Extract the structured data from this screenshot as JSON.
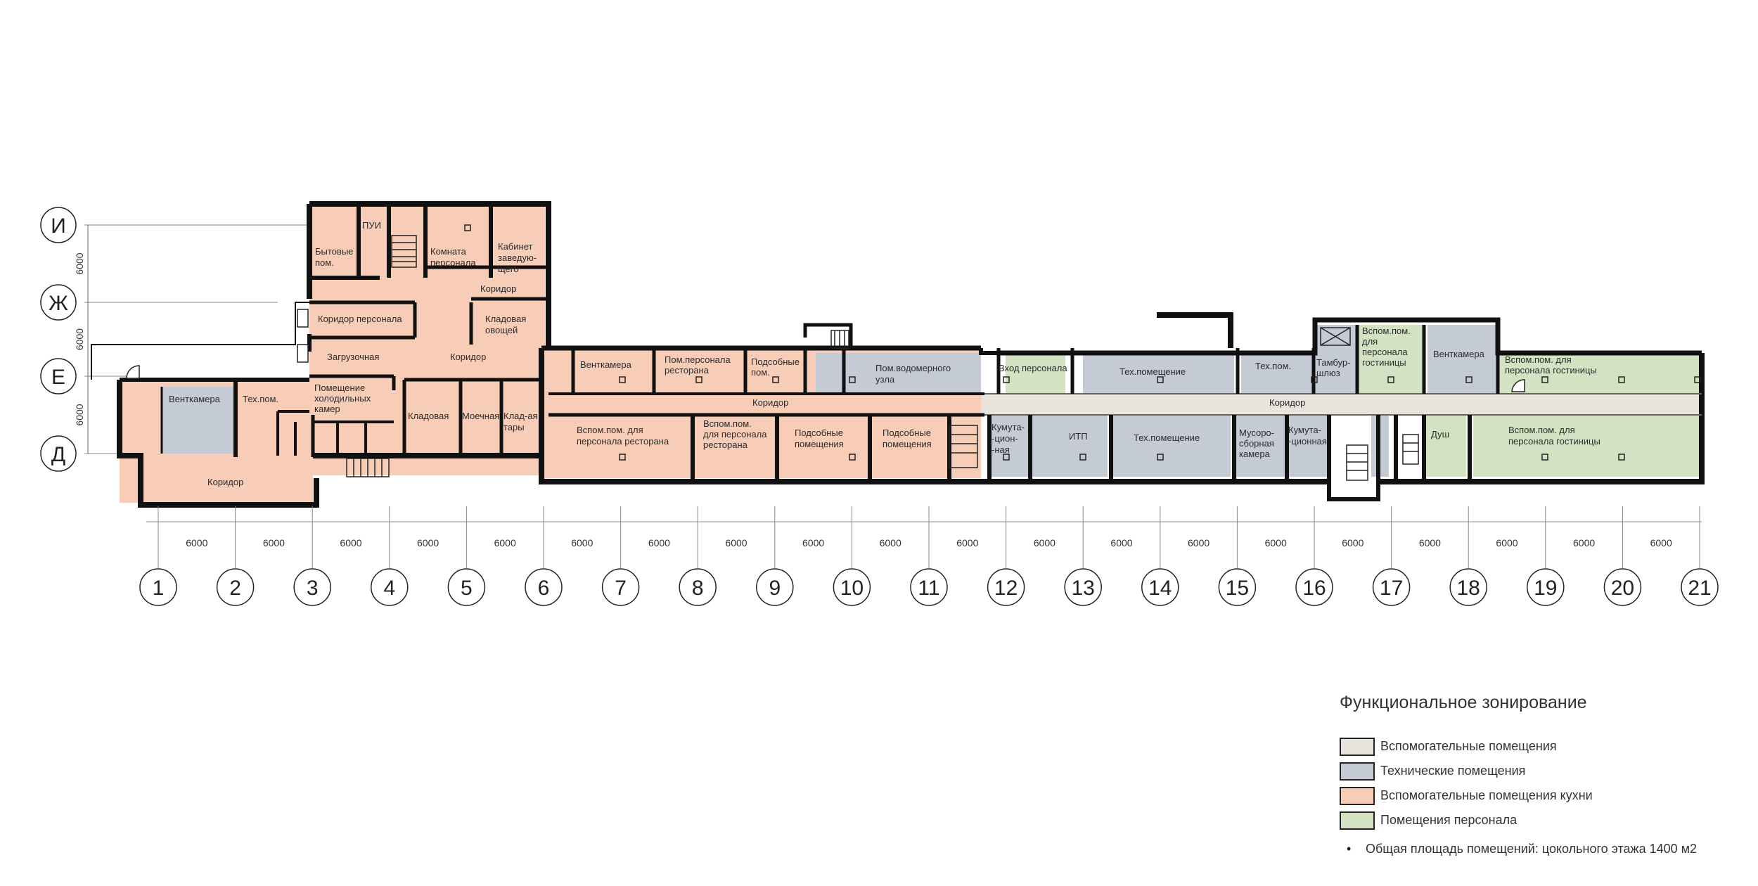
{
  "colors": {
    "kitchen": "#f7cdb8",
    "tech": "#c5cbd5",
    "staff": "#d2e2c2",
    "aux": "#e8e4dc",
    "wall": "#111111"
  },
  "grid": {
    "rows": [
      "И",
      "Ж",
      "Е",
      "Д"
    ],
    "row_dims": [
      "6000",
      "6000",
      "6000"
    ],
    "columns": [
      "1",
      "2",
      "3",
      "4",
      "5",
      "6",
      "7",
      "8",
      "9",
      "10",
      "11",
      "12",
      "13",
      "14",
      "15",
      "16",
      "17",
      "18",
      "19",
      "20",
      "21"
    ],
    "col_dims": [
      "6000",
      "6000",
      "6000",
      "6000",
      "6000",
      "6000",
      "6000",
      "6000",
      "6000",
      "6000",
      "6000",
      "6000",
      "6000",
      "6000",
      "6000",
      "6000",
      "6000",
      "6000",
      "6000",
      "6000"
    ]
  },
  "rooms": {
    "byt": [
      "Бытовые",
      "пом."
    ],
    "pui": [
      "ПУИ"
    ],
    "komnata": [
      "Комната",
      "персонала"
    ],
    "kabinet": [
      "Кабинет",
      "заведую-",
      "щего"
    ],
    "koridor_pers": [
      "Коридор персонала"
    ],
    "koridor_top": [
      "Коридор"
    ],
    "kladovaya_ovosh": [
      "Кладовая",
      "овощей"
    ],
    "zagruz": [
      "Загрузочная"
    ],
    "koridor_mid": [
      "Коридор"
    ],
    "kholod": [
      "Помещение",
      "холодильных",
      "камер"
    ],
    "kladovaya": [
      "Кладовая"
    ],
    "moechnaya": [
      "Моечная"
    ],
    "klad_tary": [
      "Клад-ая",
      "тары"
    ],
    "ventkamera1": [
      "Венткамера"
    ],
    "tekh1": [
      "Тех.пом."
    ],
    "koridor_low": [
      "Коридор"
    ],
    "ventkamera2": [
      "Венткамера"
    ],
    "pom_pers_rest": [
      "Пом.персонала",
      "ресторана"
    ],
    "podsob_small": [
      "Подсобные",
      "пом."
    ],
    "vodomer": [
      "Пом.водомерного",
      "узла"
    ],
    "vkhod_pers": [
      "Вход персонала"
    ],
    "tekh_pom_top": [
      "Тех.помещение"
    ],
    "tekh_pom2": [
      "Тех.пом."
    ],
    "tambur": [
      "Тамбур-",
      "шлюз"
    ],
    "vspom_gost_small": [
      "Вспом.пом.",
      "для",
      "персонала",
      "гостиницы"
    ],
    "ventkamera3": [
      "Венткамера"
    ],
    "vspom_gost_top": [
      "Вспом.пом. для",
      "персонала гостиницы"
    ],
    "koridor_w": [
      "Коридор"
    ],
    "koridor_e": [
      "Коридор"
    ],
    "vspom_rest": [
      "Вспом.пом. для",
      "персонала ресторана"
    ],
    "vspom_rest2": [
      "Вспом.пом.",
      "для персонала",
      "ресторана"
    ],
    "podsob1": [
      "Подсобные",
      "помещения"
    ],
    "podsob2": [
      "Подсобные",
      "помещения"
    ],
    "kommut1": [
      "Кумута-",
      "-цион-",
      "-ная"
    ],
    "itp": [
      "ИТП"
    ],
    "tekh_pom_bot": [
      "Тех.помещение"
    ],
    "musor": [
      "Мусоро-",
      "сборная",
      "камера"
    ],
    "kommut2": [
      "Кумута-",
      "-ционная"
    ],
    "dush": [
      "Душ"
    ],
    "vspom_gost_bot": [
      "Вспом.пом. для",
      "персонала гостиницы"
    ]
  },
  "legend": {
    "title": "Функциональное зонирование",
    "items": [
      {
        "label": "Вспомогательные помещения",
        "color": "#e8e4dc"
      },
      {
        "label": "Технические помещения",
        "color": "#c5cbd5"
      },
      {
        "label": "Вспомогательные помещения кухни",
        "color": "#f7cdb8"
      },
      {
        "label": "Помещения персонала",
        "color": "#d2e2c2"
      }
    ]
  },
  "note": {
    "bullet": "•",
    "text": "Общая площадь помещений: цокольного этажа 1400 м2"
  }
}
